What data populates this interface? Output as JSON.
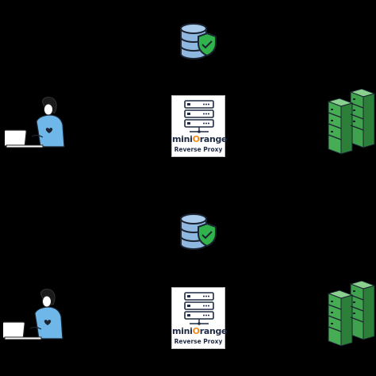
{
  "groups": [
    {
      "proxy": {
        "brand_prefix": "mini",
        "brand_o": "O",
        "brand_suffix": "range",
        "subtitle": "Reverse Proxy"
      }
    },
    {
      "proxy": {
        "brand_prefix": "mini",
        "brand_o": "O",
        "brand_suffix": "range",
        "subtitle": "Reverse Proxy"
      }
    }
  ],
  "icons": [
    "database-shield-icon",
    "user-laptop-icon",
    "proxy-server-icon",
    "backend-server-icon"
  ],
  "colors": {
    "background": "#000000",
    "database_blue": "#8fb8e0",
    "shield_green": "#2fb34a",
    "server_green": "#3fa34d",
    "brand_orange": "#f28a1b",
    "brand_navy": "#1f2a44",
    "person_shirt": "#6fb7e8"
  }
}
